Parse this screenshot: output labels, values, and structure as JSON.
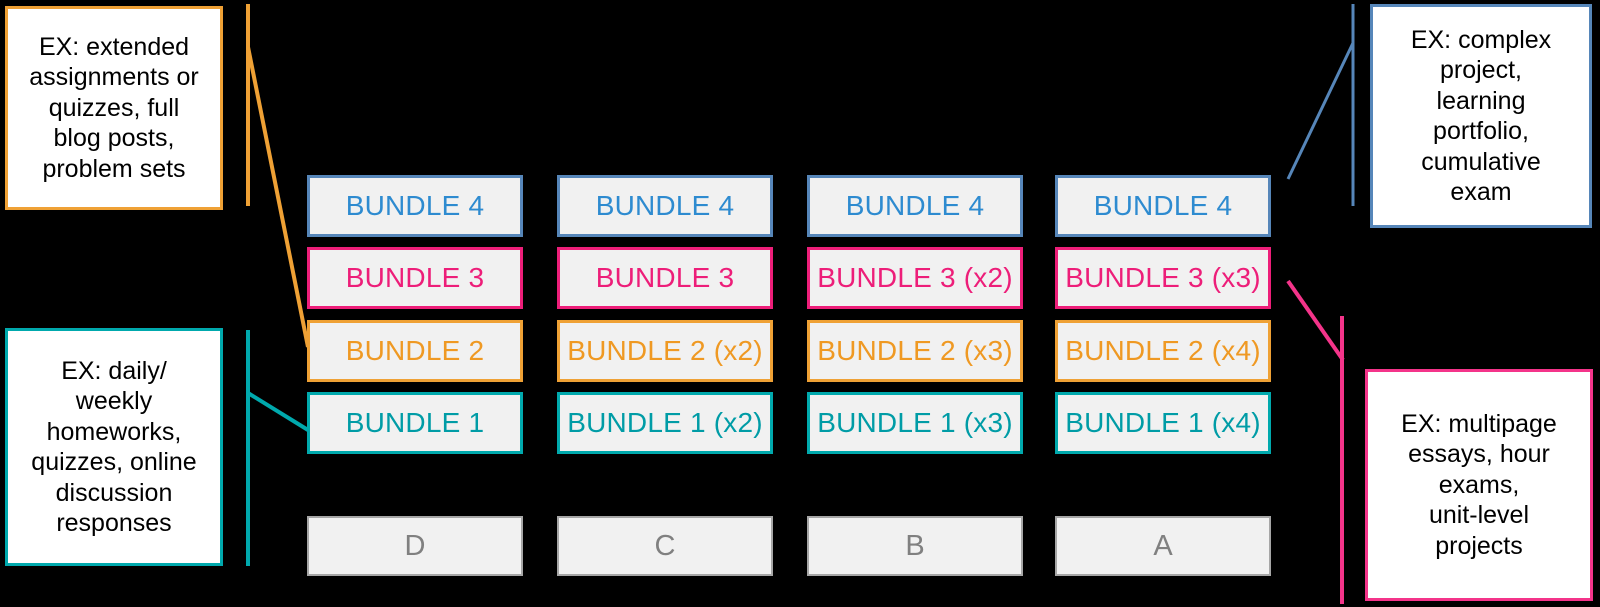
{
  "callouts": {
    "top_left": {
      "name": "extended-assignments-callout",
      "text": "EX: extended\nassignments or\nquizzes, full\nblog posts,\nproblem sets",
      "border_color": "#EFA135"
    },
    "bottom_left": {
      "name": "daily-weekly-homework-callout",
      "text": "EX: daily/\nweekly\nhomeworks,\nquizzes, online\ndiscussion\nresponses",
      "border_color": "#00A9AD"
    },
    "top_right": {
      "name": "complex-project-callout",
      "text": "EX: complex\nproject,\nlearning\nportfolio,\ncumulative\nexam",
      "border_color": "#5686B9"
    },
    "bottom_right": {
      "name": "multipage-essays-callout",
      "text": "EX: multipage\nessays, hour\nexams,\nunit-level\nprojects",
      "border_color": "#F4348A"
    }
  },
  "colors": {
    "bundle4": "#2E8BD0",
    "bundle4_border": "#5686B9",
    "bundle3": "#ED1E79",
    "bundle2": "#EF9923",
    "bundle2_border": "#EFA135",
    "bundle1": "#009CA6",
    "bundle1_border": "#00A9AD",
    "grade_text": "#808080",
    "grade_border": "#A6A6A6",
    "box_fill": "#F1F1F1",
    "background": "#000000"
  },
  "columns": [
    {
      "grade": "D",
      "bundles": [
        {
          "level": 4,
          "label": "BUNDLE 4"
        },
        {
          "level": 3,
          "label": "BUNDLE 3"
        },
        {
          "level": 2,
          "label": "BUNDLE 2"
        },
        {
          "level": 1,
          "label": "BUNDLE 1"
        }
      ]
    },
    {
      "grade": "C",
      "bundles": [
        {
          "level": 4,
          "label": "BUNDLE 4"
        },
        {
          "level": 3,
          "label": "BUNDLE 3"
        },
        {
          "level": 2,
          "label": "BUNDLE 2 (x2)"
        },
        {
          "level": 1,
          "label": "BUNDLE 1 (x2)"
        }
      ]
    },
    {
      "grade": "B",
      "bundles": [
        {
          "level": 4,
          "label": "BUNDLE 4"
        },
        {
          "level": 3,
          "label": "BUNDLE 3 (x2)"
        },
        {
          "level": 2,
          "label": "BUNDLE 2 (x3)"
        },
        {
          "level": 1,
          "label": "BUNDLE 1 (x3)"
        }
      ]
    },
    {
      "grade": "A",
      "bundles": [
        {
          "level": 4,
          "label": "BUNDLE 4"
        },
        {
          "level": 3,
          "label": "BUNDLE 3 (x3)"
        },
        {
          "level": 2,
          "label": "BUNDLE 2 (x4)"
        },
        {
          "level": 1,
          "label": "BUNDLE 1 (x4)"
        }
      ]
    }
  ]
}
